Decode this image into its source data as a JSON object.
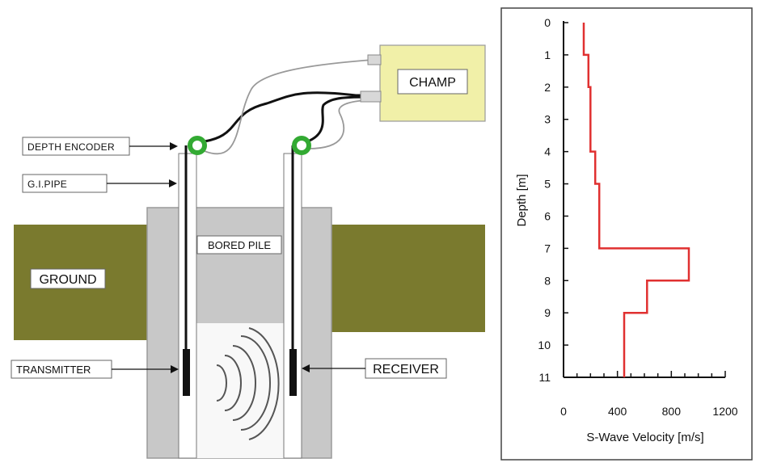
{
  "diagram": {
    "labels": {
      "depth_encoder": "DEPTH ENCODER",
      "gi_pipe": "G.I.PIPE",
      "ground": "GROUND",
      "bored_pile": "BORED PILE",
      "transmitter": "TRANSMITTER",
      "receiver": "RECEIVER",
      "champ": "CHAMP"
    },
    "colors": {
      "ground": "#7a7a2e",
      "pile": "#c8c8c8",
      "pile_border": "#9a9a9a",
      "champ_box": "#f1f0a8",
      "encoder": "#33aa33",
      "cable": "#111111"
    }
  },
  "chart_data": {
    "type": "line",
    "orientation": "depth-profile",
    "xlabel": "S-Wave Velocity [m/s]",
    "ylabel": "Depth [m]",
    "xlim": [
      0,
      1200
    ],
    "ylim": [
      0,
      11
    ],
    "y_inverted": true,
    "xticks": [
      0,
      400,
      800,
      1200
    ],
    "yticks": [
      0,
      1,
      2,
      3,
      4,
      5,
      6,
      7,
      8,
      9,
      10,
      11
    ],
    "line_color": "#e03030",
    "step_profile": [
      {
        "x": 150,
        "y": 0
      },
      {
        "x": 150,
        "y": 1
      },
      {
        "x": 185,
        "y": 1
      },
      {
        "x": 185,
        "y": 2
      },
      {
        "x": 200,
        "y": 2
      },
      {
        "x": 200,
        "y": 4
      },
      {
        "x": 235,
        "y": 4
      },
      {
        "x": 235,
        "y": 5
      },
      {
        "x": 265,
        "y": 5
      },
      {
        "x": 265,
        "y": 7
      },
      {
        "x": 930,
        "y": 7
      },
      {
        "x": 930,
        "y": 8
      },
      {
        "x": 620,
        "y": 8
      },
      {
        "x": 620,
        "y": 9
      },
      {
        "x": 450,
        "y": 9
      },
      {
        "x": 450,
        "y": 11
      }
    ]
  }
}
